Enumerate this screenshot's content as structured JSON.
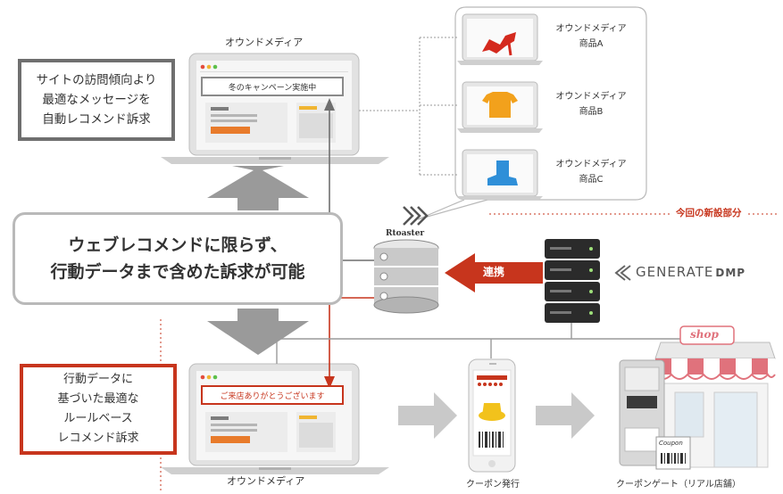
{
  "owned_media_top": {
    "label": "オウンドメディア",
    "screen_banner": "冬のキャンペーン実施中"
  },
  "owned_media_bottom": {
    "label": "オウンドメディア",
    "screen_banner": "ご来店ありがとうございます"
  },
  "left_box_top": "サイトの訪問傾向より\n最適なメッセージを\n自動レコメンド訴求",
  "left_box_bottom": "行動データに\n基づいた最適な\nルールベース\nレコメンド訴求",
  "center_bubble": "ウェブレコメンドに限らず、\n行動データまで含めた訴求が可能",
  "products": [
    {
      "label": "オウンドメディア\n商品A",
      "icon": "red-high-heel-icon",
      "color": "#d42a1e"
    },
    {
      "label": "オウンドメディア\n商品B",
      "icon": "orange-tshirt-icon",
      "color": "#f2a11c"
    },
    {
      "label": "オウンドメディア\n商品C",
      "icon": "blue-boot-icon",
      "color": "#2f8fd8"
    }
  ],
  "new_section_label": "今回の新設部分",
  "link_arrow_label": "連携",
  "rtoaster_logo": "Rtoaster",
  "generate_dmp": {
    "main": "GENERATE",
    "suffix": "DMP"
  },
  "coupon_issue_label": "クーポン発行",
  "coupon_gate_label": "クーポンゲート（リアル店舗）",
  "shop_sign": "shop",
  "coupon_ticket": "Coupon",
  "colors": {
    "accent_red": "#c7351d",
    "gray_arrow": "#9a9a9a",
    "server_dark": "#2b2b2b",
    "server_silver": "#c9c9c9"
  }
}
